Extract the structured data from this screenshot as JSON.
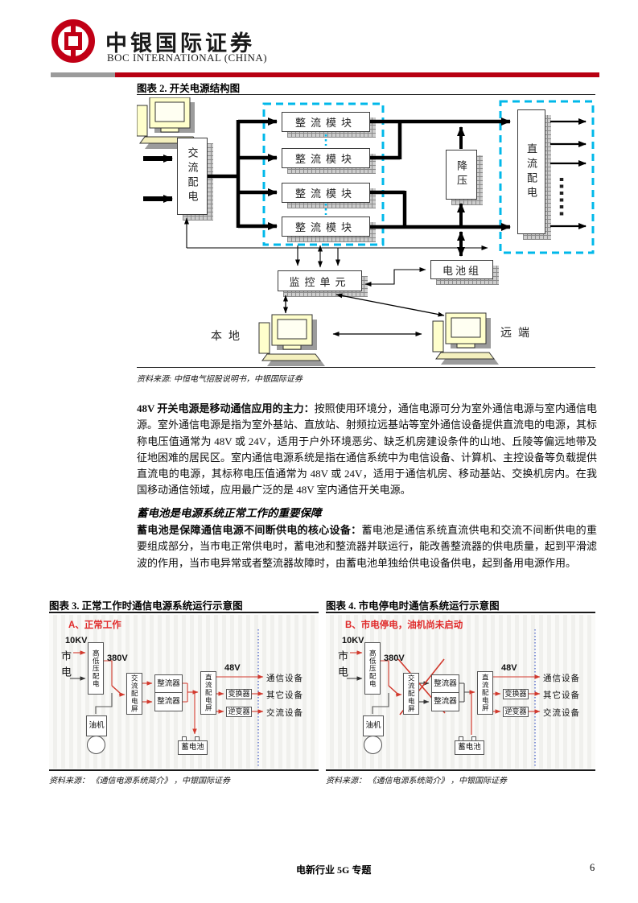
{
  "header": {
    "brand_cn": "中银国际证券",
    "brand_en": "BOC INTERNATIONAL (CHINA)"
  },
  "figure2": {
    "title": "图表 2. 开关电源结构图",
    "source": "资料来源: 中恒电气招股说明书，中银国际证券",
    "labels": {
      "ac_dist": "交流配电",
      "rect_module": "整流模块",
      "buck": "降压",
      "dc_dist": "直流配电",
      "battery_group": "电池组",
      "monitor_unit": "监控单元",
      "local": "本地",
      "remote": "远端"
    }
  },
  "body": {
    "para1_lead": "48V 开关电源是移动通信应用的主力：",
    "para1_text": "按照使用环境分，通信电源可分为室外通信电源与室内通信电源。室外通信电源是指为室外基站、直放站、射频拉远基站等室外通信设备提供直流电的电源，其标称电压值通常为 48V 或 24V，适用于户外环境恶劣、缺乏机房建设条件的山地、丘陵等偏远地带及征地困难的居民区。室内通信电源系统是指在通信系统中为电信设备、计算机、主控设备等负载提供直流电的电源，其标称电压值通常为 48V 或 24V，适用于通信机房、移动基站、交换机房内。在我国移动通信领域，应用最广泛的是 48V 室内通信开关电源。",
    "heading2": "蓄电池是电源系统正常工作的重要保障",
    "para2_lead": "蓄电池是保障通信电源不间断供电的核心设备：",
    "para2_text": "蓄电池是通信系统直流供电和交流不间断供电的重要组成部分，当市电正常供电时，蓄电池和整流器并联运行，能改善整流器的供电质量，起到平滑滤波的作用，当市电异常或者整流器故障时，由蓄电池单独给供电设备供电，起到备用电源作用。"
  },
  "power_system": {
    "kv10": "10KV",
    "mains": "市电",
    "hv_dist": "高低压配电",
    "v380": "380V",
    "ac_panel": "交流配电屏",
    "rectifier": "整流器",
    "dc_panel": "直流配电屏",
    "v48": "48V",
    "converter": "变换器",
    "inverter": "逆变器",
    "genset": "油机",
    "battery": "蓄电池",
    "load_comm": "通信设备",
    "load_other": "其它设备",
    "load_ac": "交流设备",
    "source": "资料来源： 《通信电源系统简介》 ，中银国际证券"
  },
  "figure3": {
    "title": "图表 3. 正常工作时通信电源系统运行示意图",
    "scenario": "A、正常工作"
  },
  "figure4": {
    "title": "图表 4. 市电停电时通信系统运行示意图",
    "scenario": "B、市电停电，油机尚未启动"
  },
  "footer": {
    "doc_title": "电新行业 5G 专题",
    "page_number": "6"
  },
  "colors": {
    "brand_red": "#c10016",
    "bar_gray": "#9b9b9b",
    "bar_red": "#b80012",
    "dashed_cyan": "#00b8ea",
    "line_red": "#d23a2e",
    "dotted_blue": "#4a63c8",
    "scenario_red": "#e02a2a"
  }
}
